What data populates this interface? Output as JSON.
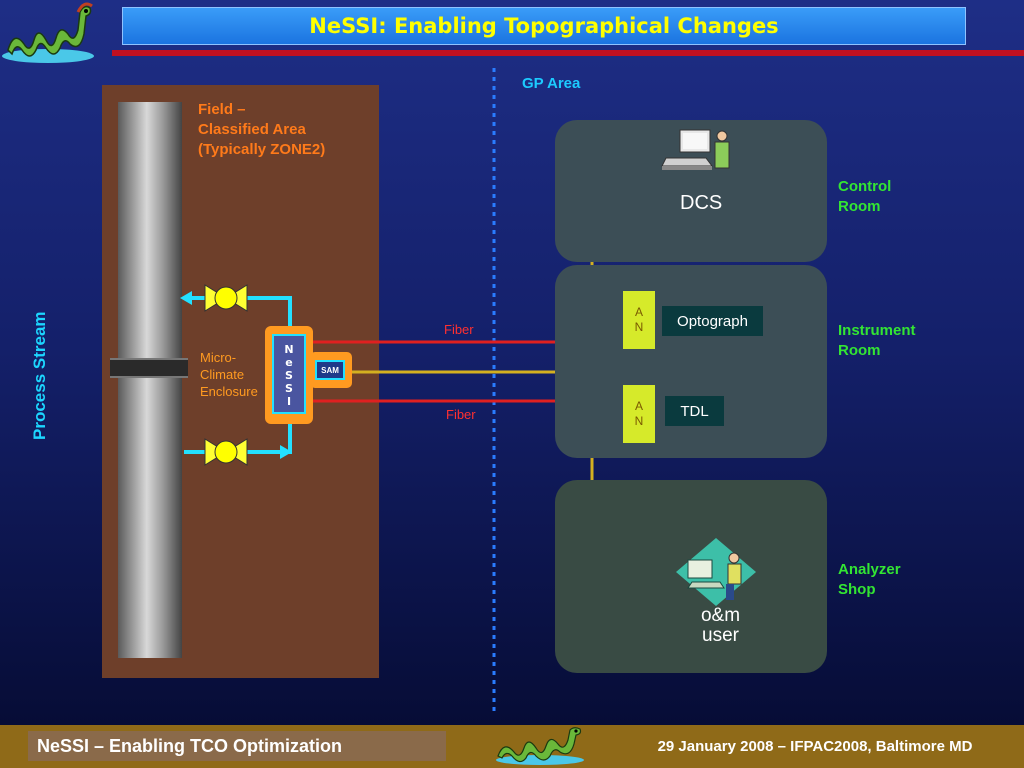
{
  "header": {
    "title": "NeSSI:  Enabling Topographical Changes"
  },
  "field": {
    "label_line1": "Field –",
    "label_line2": "Classified Area",
    "label_line3": "(Typically ZONE2)",
    "micro_line1": "Micro-",
    "micro_line2": "Climate",
    "micro_line3": "Enclosure",
    "process_stream": "Process Stream",
    "nessi_letters": [
      "N",
      "e",
      "S",
      "S",
      "I"
    ],
    "sam": "SAM"
  },
  "gp_area": "GP Area",
  "links": {
    "fiber_top": "Fiber",
    "fiber_bottom": "Fiber"
  },
  "rooms": {
    "control": {
      "line1": "Control",
      "line2": "Room",
      "device": "DCS"
    },
    "instrument": {
      "line1": "Instrument",
      "line2": "Room",
      "an_top": [
        "A",
        "N"
      ],
      "an_bottom": [
        "A",
        "N"
      ],
      "optograph": "Optograph",
      "tdl": "TDL"
    },
    "shop": {
      "line1": "Analyzer",
      "line2": "Shop",
      "user_line1": "o&m",
      "user_line2": "user"
    }
  },
  "footer": {
    "left": "NeSSI – Enabling TCO Optimization",
    "right": "29 January 2008 –  IFPAC2008,  Baltimore MD"
  },
  "colors": {
    "title_text": "#ffff00",
    "field_label": "#ff7a1a",
    "room_label": "#33e533",
    "process_stream": "#1ccaff",
    "fiber": "#ff3030",
    "bus": "#d4b020"
  }
}
